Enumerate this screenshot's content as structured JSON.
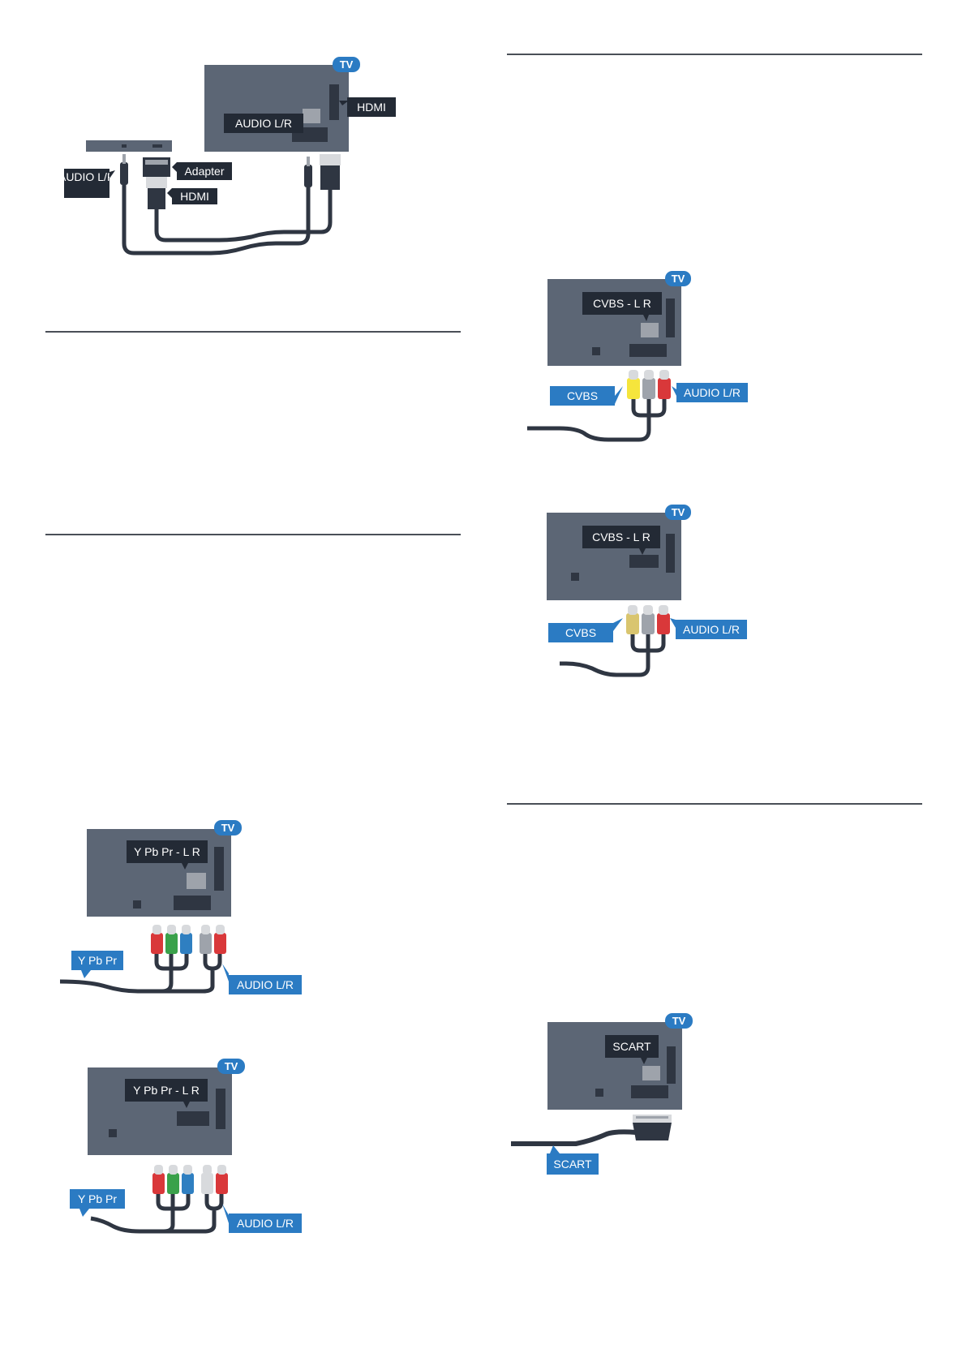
{
  "figures": {
    "hdmi_audio": {
      "tv_badge": "TV",
      "port_label": "AUDIO L/R",
      "hdmi_port_label": "HDMI",
      "device_audio_label": "AUDIO L/R",
      "adapter_label": "Adapter",
      "device_hdmi_label": "HDMI"
    },
    "cvbs_1": {
      "tv_badge": "TV",
      "port_label": "CVBS  - L R",
      "cvbs_label": "CVBS",
      "audio_label": "AUDIO L/R"
    },
    "cvbs_2": {
      "tv_badge": "TV",
      "port_label": "CVBS - L R",
      "cvbs_label": "CVBS",
      "audio_label": "AUDIO L/R"
    },
    "ypbpr_1": {
      "tv_badge": "TV",
      "port_label": "Y Pb Pr - L R",
      "ypbpr_label": "Y Pb Pr",
      "audio_label": "AUDIO L/R"
    },
    "ypbpr_2": {
      "tv_badge": "TV",
      "port_label": "Y Pb Pr - L R",
      "ypbpr_label": "Y Pb Pr",
      "audio_label": "AUDIO L/R"
    },
    "scart": {
      "tv_badge": "TV",
      "port_label": "SCART",
      "cable_label": "SCART"
    }
  },
  "colors": {
    "tv_body": "#5c6675",
    "port_dark": "#2f3642",
    "label_dark": "#232a35",
    "label_blue": "#2b7bc3",
    "plug_yellow": "#f5e53c",
    "plug_yellow_muted": "#d9c56f",
    "plug_grey": "#9ea3ab",
    "plug_red": "#d9383a",
    "plug_green": "#3aa14a",
    "plug_blue": "#2f7fc1",
    "plug_white": "#d8dadd"
  }
}
